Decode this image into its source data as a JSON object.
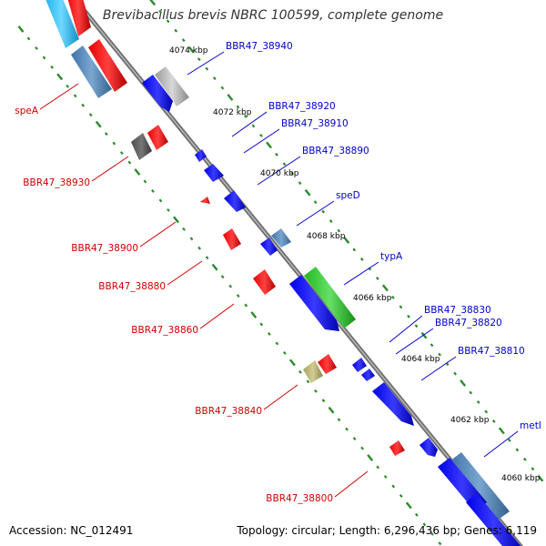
{
  "title": "Brevibacillus brevis NBRC 100599, complete genome",
  "accession": "Accession: NC_012491",
  "topology": "Topology: circular; Length: 6,296,436 bp; Genes: 6,119",
  "colors": {
    "backbone": "#808080",
    "ticks": "#2a8a2a",
    "label_forward": "#0000cc",
    "label_reverse": "#cc0000"
  },
  "scale_labels": [
    {
      "text": "4074 kbp",
      "kbp": 4074
    },
    {
      "text": "4072 kbp",
      "kbp": 4072
    },
    {
      "text": "4070 kbp",
      "kbp": 4070
    },
    {
      "text": "4068 kbp",
      "kbp": 4068
    },
    {
      "text": "4066 kbp",
      "kbp": 4066
    },
    {
      "text": "4064 kbp",
      "kbp": 4064
    },
    {
      "text": "4062 kbp",
      "kbp": 4062
    },
    {
      "text": "4060 kbp",
      "kbp": 4060
    }
  ],
  "gene_labels": [
    {
      "text": "BBR47_38940",
      "strand": "forward"
    },
    {
      "text": "BBR47_38920",
      "strand": "forward"
    },
    {
      "text": "BBR47_38910",
      "strand": "forward"
    },
    {
      "text": "BBR47_38890",
      "strand": "forward"
    },
    {
      "text": "speD",
      "strand": "forward"
    },
    {
      "text": "typA",
      "strand": "forward"
    },
    {
      "text": "BBR47_38830",
      "strand": "forward"
    },
    {
      "text": "BBR47_38820",
      "strand": "forward"
    },
    {
      "text": "BBR47_38810",
      "strand": "forward"
    },
    {
      "text": "metI",
      "strand": "forward"
    },
    {
      "text": "speA",
      "strand": "reverse"
    },
    {
      "text": "BBR47_38930",
      "strand": "reverse"
    },
    {
      "text": "BBR47_38900",
      "strand": "reverse"
    },
    {
      "text": "BBR47_38880",
      "strand": "reverse"
    },
    {
      "text": "BBR47_38860",
      "strand": "reverse"
    },
    {
      "text": "BBR47_38840",
      "strand": "reverse"
    },
    {
      "text": "BBR47_38800",
      "strand": "reverse"
    }
  ]
}
